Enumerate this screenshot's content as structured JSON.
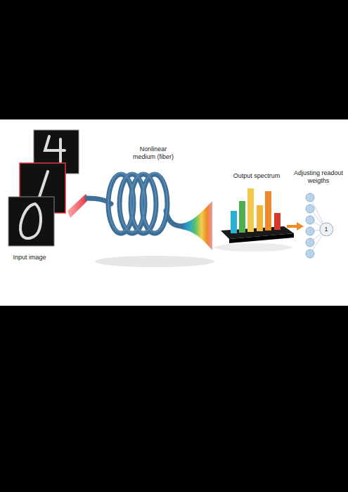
{
  "diagram": {
    "nodes": [
      {
        "text": [
          "1"
        ]
      }
    ],
    "labels": [
      "Input image",
      "Nonlinear medium (fiber)",
      "Output spectrum",
      "Adjusting readout weigths"
    ]
  }
}
